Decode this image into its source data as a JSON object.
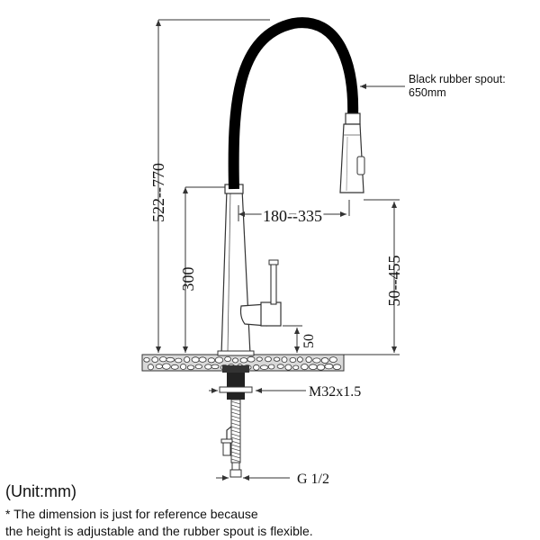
{
  "labels": {
    "spout": [
      "Black rubber spout:",
      "650mm"
    ],
    "total_height": "522--770",
    "body_height": "300",
    "reach": "180--335",
    "spout_clearance": "50--455",
    "handle_height": "50",
    "thread": "M32x1.5",
    "hose_thread": "G 1/2"
  },
  "notes": {
    "unit": "(Unit:mm)",
    "line1": "* The dimension is just for reference because",
    "line2": "the height is adjustable and the rubber spout is flexible."
  },
  "colors": {
    "line": "#333333",
    "spout": "#000000",
    "counter": "#d9d9d9"
  }
}
